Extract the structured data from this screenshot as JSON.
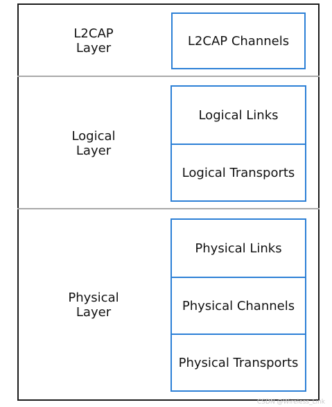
{
  "layers": [
    {
      "label": "L2CAP\nLayer",
      "components": [
        "L2CAP Channels"
      ]
    },
    {
      "label": "Logical\nLayer",
      "components": [
        "Logical  Links",
        "Logical Transports"
      ]
    },
    {
      "label": "Physical\nLayer",
      "components": [
        "Physical Links",
        "Physical Channels",
        "Physical Transports"
      ]
    }
  ],
  "watermark": "CSDN @Wireless_Link",
  "colors": {
    "frame": "#1a1a1a",
    "divider": "#a8a8a8",
    "box_border": "#2b7fd6"
  }
}
